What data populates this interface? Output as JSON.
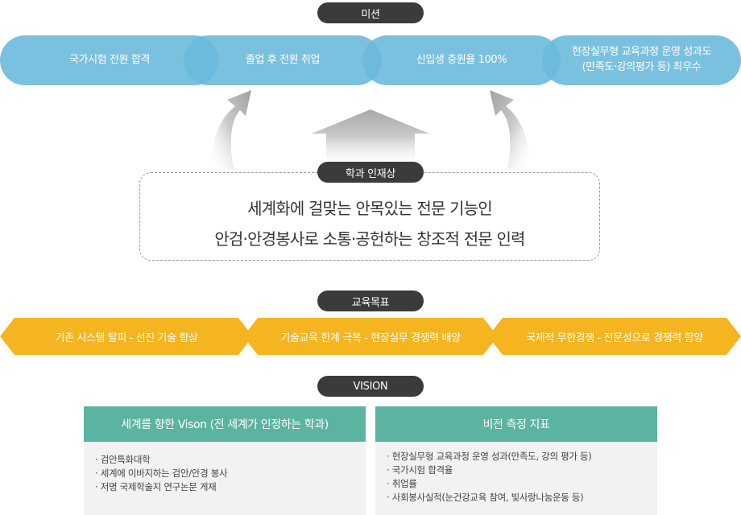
{
  "mission": {
    "label": "미션",
    "items": [
      {
        "lines": [
          "국가시험 전원 합격"
        ]
      },
      {
        "lines": [
          "졸업 후 전원 취업"
        ]
      },
      {
        "lines": [
          "신입생 충원율 100%"
        ]
      },
      {
        "lines": [
          "현장실무형 교육과정 운영 성과도",
          "(만족도·강의평가 등) 최우수"
        ]
      }
    ]
  },
  "talent": {
    "label": "학과 인재상",
    "line1": "세계화에 걸맞는 안목있는 전문 기능인",
    "line2": "안검·안경봉사로 소통·공헌하는 창조적 전문 인력"
  },
  "goals": {
    "label": "교육목표",
    "items": [
      "기존 시스템 탈피 - 선진 기술 향상",
      "기술교육 한계 극복 - 현장실무 경쟁력 배양",
      "국제적 무한경쟁 - 전문성으로 경쟁력 함양"
    ]
  },
  "vision": {
    "label": "VISION",
    "left": {
      "title": "세계를 향한 Vison (전 세계가 인정하는 학과)",
      "items": [
        "검안특화대학",
        "세계에 이바지하는 검안/안경 봉사",
        "저명 국제학술지 연구논문 게재"
      ]
    },
    "right": {
      "title": "비전 측정 지표",
      "items": [
        "현장실무형 교육과정 운영 성과(만족도, 강의 평가 등)",
        "국가시험 합격율",
        "취업률",
        "사회봉사실적(눈건강교육 참여, 빛사랑나눔운동 등)"
      ]
    }
  },
  "colors": {
    "mission": "#6bbadb",
    "goal": "#f4b520",
    "vision_header": "#5bb3a2",
    "label_pill": "#3b3b3b"
  }
}
